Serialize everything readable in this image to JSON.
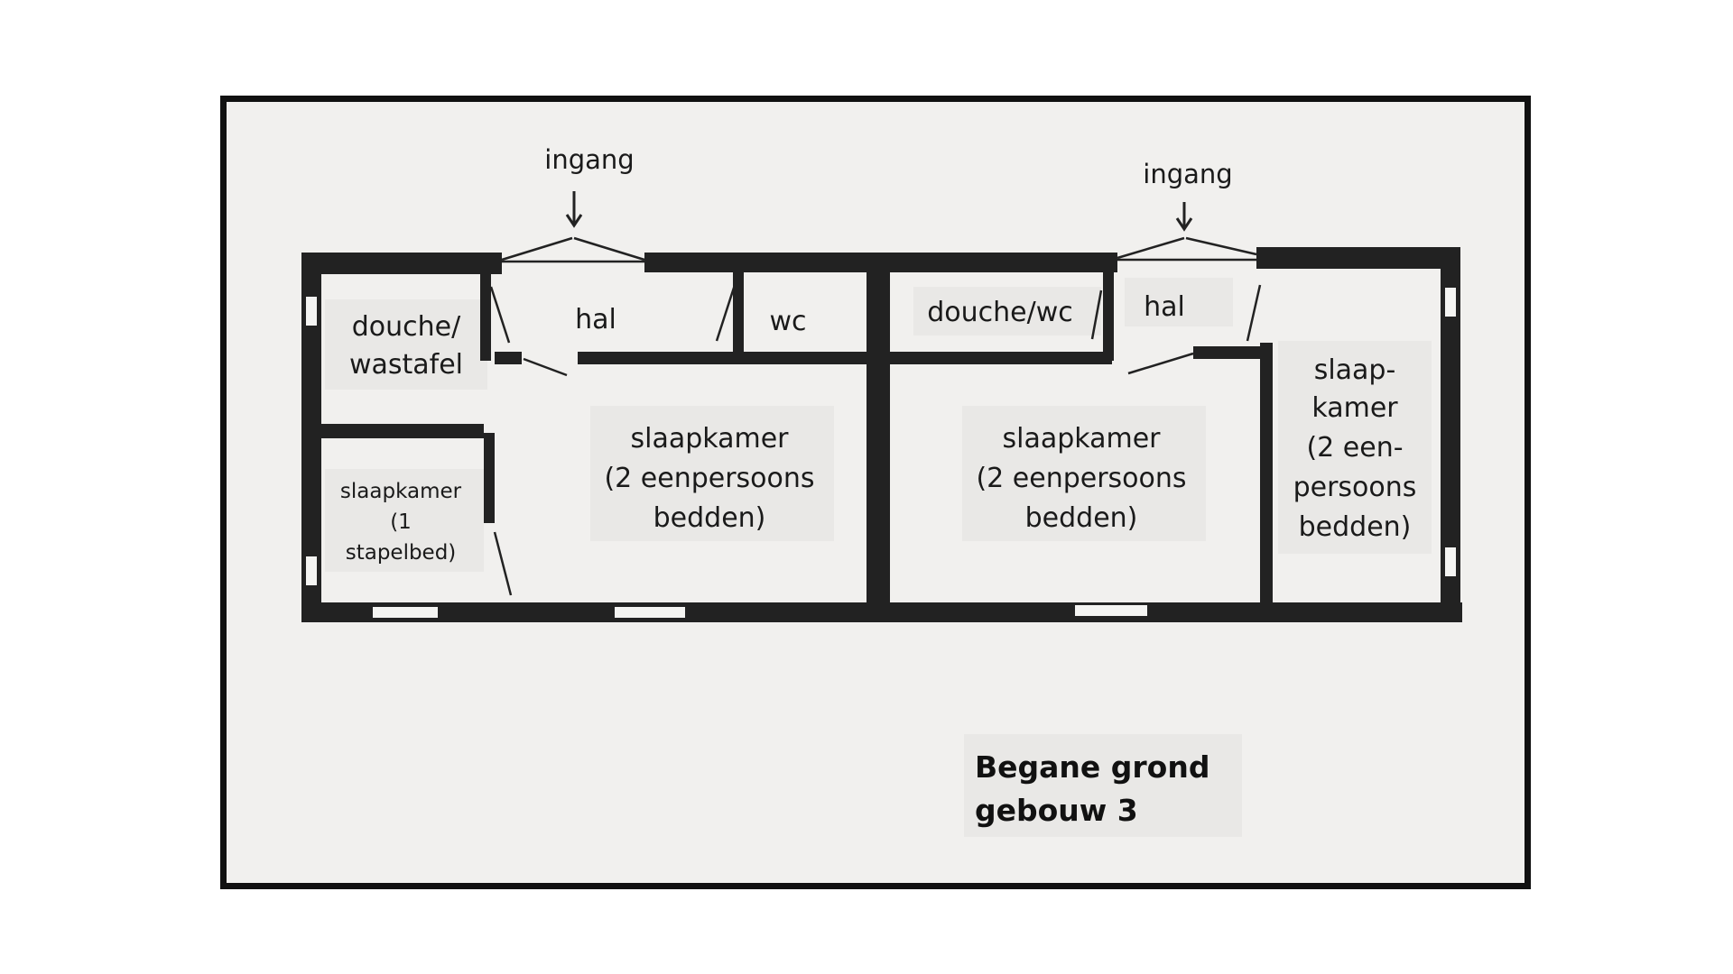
{
  "plan_title": [
    "Begane grond",
    "gebouw 3"
  ],
  "entrances": [
    "ingang",
    "ingang"
  ],
  "rooms": {
    "douche_wastafel": [
      "douche/",
      "wastafel"
    ],
    "hal_left": [
      "hal"
    ],
    "wc": [
      "wc"
    ],
    "douche_wc": [
      "douche/wc"
    ],
    "hal_right": [
      "hal"
    ],
    "slaapkamer_small": [
      "slaapkamer",
      "(1",
      "stapelbed)"
    ],
    "slaapkamer_center_left": [
      "slaapkamer",
      "(2 eenpersoons",
      "bedden)"
    ],
    "slaapkamer_center_right": [
      "slaapkamer",
      "(2 eenpersoons",
      "bedden)"
    ],
    "slaapkamer_right": [
      "slaap-",
      "kamer",
      "(2 een-",
      "persoons",
      "bedden)"
    ]
  },
  "colors": {
    "wall": "#222222",
    "paper": "#f1f0ee",
    "frame": "#111111"
  }
}
